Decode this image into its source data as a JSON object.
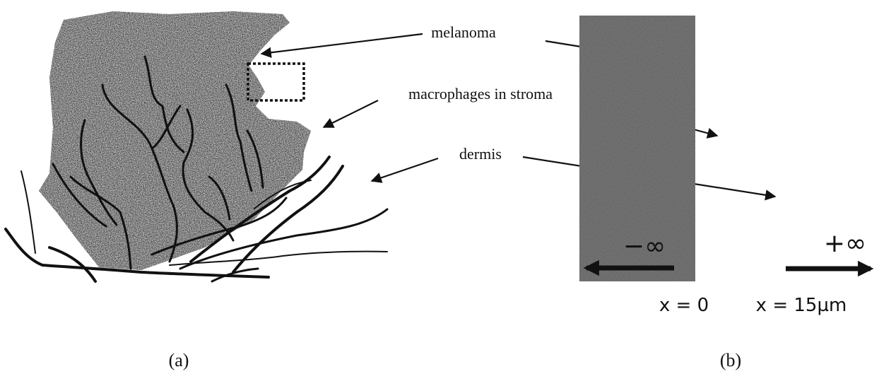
{
  "labels": {
    "melanoma": "melanoma",
    "stroma": "macrophages in stroma",
    "dermis": "dermis"
  },
  "panel_b": {
    "minus_inf": "−∞",
    "plus_inf": "+∞",
    "x0": "x = 0",
    "x15": "x = 15µm"
  },
  "captions": {
    "a": "(a)",
    "b": "(b)"
  },
  "colors": {
    "tumor_base": "#8a8a8a",
    "strip": "#7a7a7a",
    "ink": "#111111"
  }
}
